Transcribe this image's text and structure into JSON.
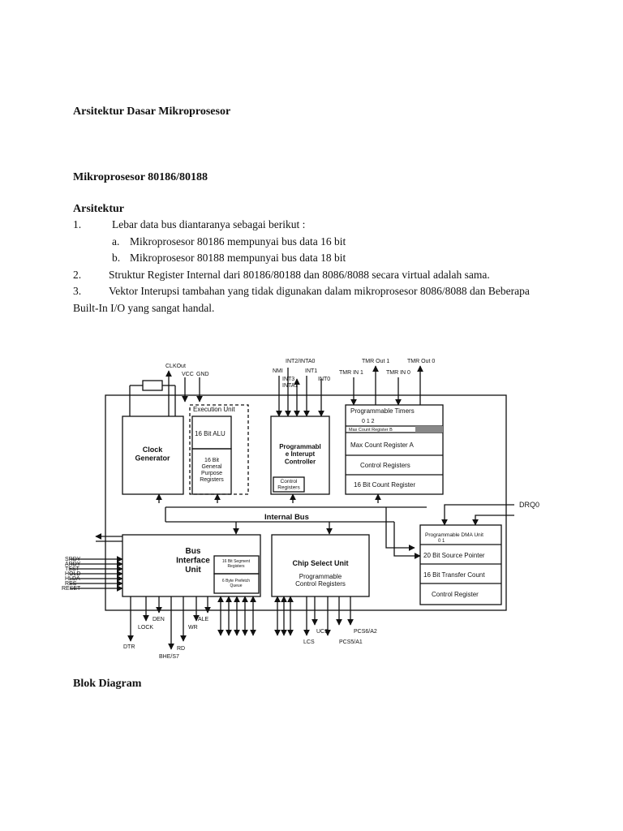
{
  "doc": {
    "title": "Arsitektur Dasar Mikroprosesor",
    "subtitle": "Mikroprosesor 80186/80188",
    "section": "Arsitektur",
    "items": [
      {
        "num": "1.",
        "text": "Lebar data bus diantaranya sebagai berikut :"
      },
      {
        "num": "a.",
        "text": "Mikroprosesor 80186 mempunyai bus data 16 bit"
      },
      {
        "num": "b.",
        "text": "Mikroprosesor 80188 mempunyai bus data 18 bit"
      },
      {
        "num": "2.",
        "text": "Struktur Register Internal dari 80186/80188 dan 8086/8088 secara virtual adalah sama."
      },
      {
        "num": "3.",
        "text": "Vektor Interupsi tambahan yang tidak digunakan dalam mikroprosesor 8086/8088 dan Beberapa"
      }
    ],
    "item3_continuation": "Built-In I/O yang sangat handal.",
    "caption": "Blok Diagram"
  },
  "diagram": {
    "clock_generator": "Clock\nGenerator",
    "execution_unit": "Execution Unit",
    "alu": "16 Bit ALU",
    "gpr": "16 Bit\nGeneral\nPurpose\nRegisters",
    "pic": "Programmabl\ne Interupt\nController",
    "pic_control": "Control\nRegisters",
    "timers": "Programmable Timers",
    "timers_idx": "0      1      2",
    "max_count_b": "Max Count Register B",
    "max_count_a": "Max Count Register A",
    "timer_control": "Control Registers",
    "count_reg": "16 Bit Count Register",
    "internal_bus": "Internal Bus",
    "biu": "Bus\nInterface\nUnit",
    "segment_regs": "16 Bit Segment\nRegisters",
    "prefetch": "6 Byte Prefetch\nQueue",
    "chip_select": "Chip Select Unit",
    "pcr": "Programmable\nControl Registers",
    "dma": "Programmable DMA Unit",
    "dma_idx": "0      1",
    "src_ptr": "20 Bit Source Pointer",
    "transfer_count": "16 Bit Transfer Count",
    "dma_control": "Control Register",
    "pins": {
      "clkout": "CLKOut",
      "vcc": "VCC",
      "gnd": "GND",
      "int2": "INT2/INTA0",
      "nmi": "NMI",
      "int3": "INT3\nINTA1",
      "int1": "INT1",
      "int0": "INT0",
      "tmrout1": "TMR Out 1",
      "tmrout0": "TMR Out 0",
      "tmrin1": "TMR IN 1",
      "tmrin0": "TMR IN 0",
      "drq0": "DRQ0",
      "srdy": "SRDY",
      "ardy": "ARDY",
      "test": "TEST",
      "hold": "HOLD",
      "hlda": "HLDA",
      "res": "RES",
      "reset": "RESET",
      "dtr": "DTR",
      "lock": "LOCK",
      "den": "DEN",
      "bhe": "BHE/S7",
      "rd": "RD",
      "wr": "WR",
      "ale": "ALE",
      "lcs": "LCS",
      "ucs": "UCS",
      "pcs5": "PCS5/A1",
      "pcs6": "PCS6/A2"
    }
  }
}
